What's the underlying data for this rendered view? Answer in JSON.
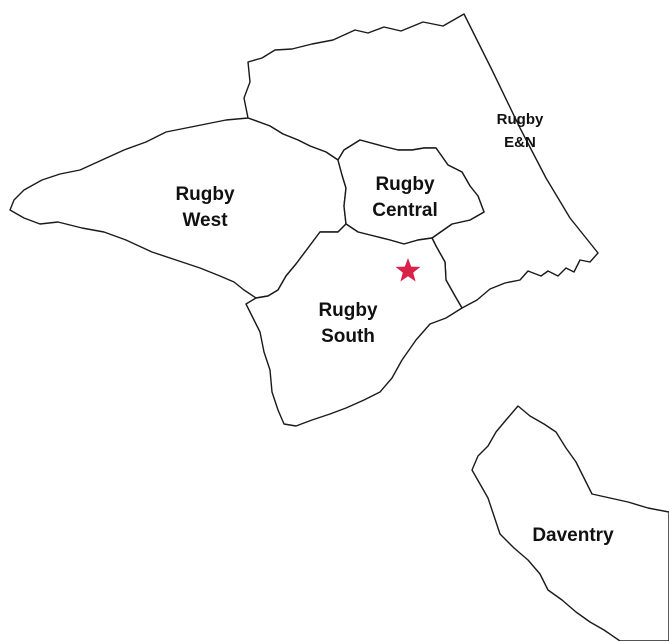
{
  "regions": {
    "rugby_west": {
      "line1": "Rugby",
      "line2": "West"
    },
    "rugby_central": {
      "line1": "Rugby",
      "line2": "Central"
    },
    "rugby_south": {
      "line1": "Rugby",
      "line2": "South"
    },
    "rugby_en": {
      "line1": "Rugby",
      "line2": "E&N"
    },
    "daventry": {
      "line1": "Daventry"
    }
  },
  "marker": {
    "icon": "star-icon",
    "color": "#d9224a"
  },
  "colors": {
    "boundary": "#1a1a1a",
    "fill": "#ffffff",
    "text": "#111111"
  }
}
